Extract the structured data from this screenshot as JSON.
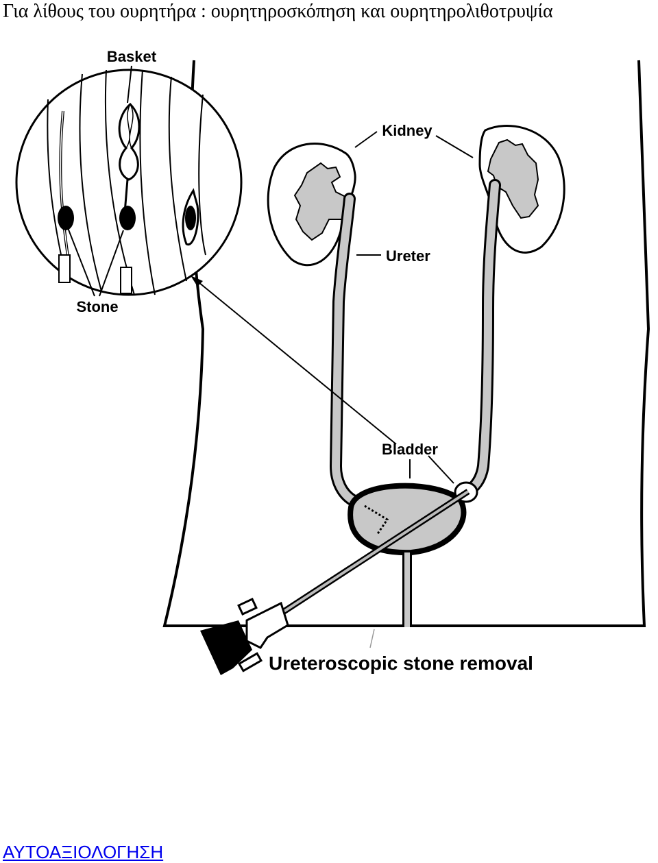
{
  "heading": "Για λίθους του ουρητήρα : ουρητηροσκόπηση και ουρητηρολιθοτρυψία",
  "figure": {
    "labels": {
      "basket": "Basket",
      "kidney": "Kidney",
      "ureter": "Ureter",
      "stone": "Stone",
      "bladder": "Bladder",
      "caption": "Ureteroscopic stone removal"
    }
  },
  "link": {
    "self_test": "ΑΥΤΟΑΞΙΟΛΟΓΗΣΗ"
  }
}
